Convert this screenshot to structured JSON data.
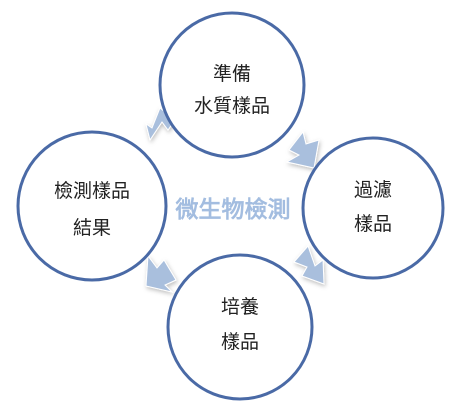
{
  "diagram": {
    "center_label": "微生物檢測",
    "steps": [
      {
        "line1": "準備",
        "line2": "水質樣品"
      },
      {
        "line1": "過濾",
        "line2": "樣品"
      },
      {
        "line1": "培養",
        "line2": "樣品"
      },
      {
        "line1": "檢測樣品",
        "line2": "結果"
      }
    ]
  },
  "colors": {
    "circle_border": "#4a6aa6",
    "arrow_fill": "#a9bfdd",
    "center_text": "#a3bde0",
    "node_text": "#222222"
  }
}
